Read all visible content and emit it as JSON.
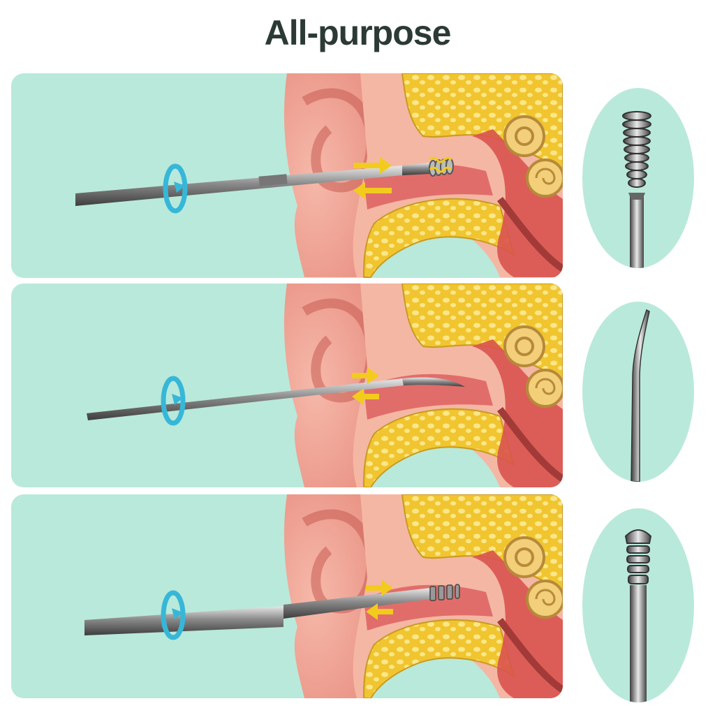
{
  "title": "All-purpose",
  "panels": [
    {
      "tip": "spiral",
      "tool": "spiral-tip-ear-pick"
    },
    {
      "tip": "curved",
      "tool": "curved-tip-ear-pick"
    },
    {
      "tip": "grooved",
      "tool": "grooved-tip-ear-pick"
    }
  ],
  "colors": {
    "background": "#b9e9da",
    "title": "#2c3a36",
    "arrow": "#f2cb1d",
    "rotate": "#37b7d8",
    "skin": "#f0a89a",
    "bone": "#f1c52f"
  }
}
